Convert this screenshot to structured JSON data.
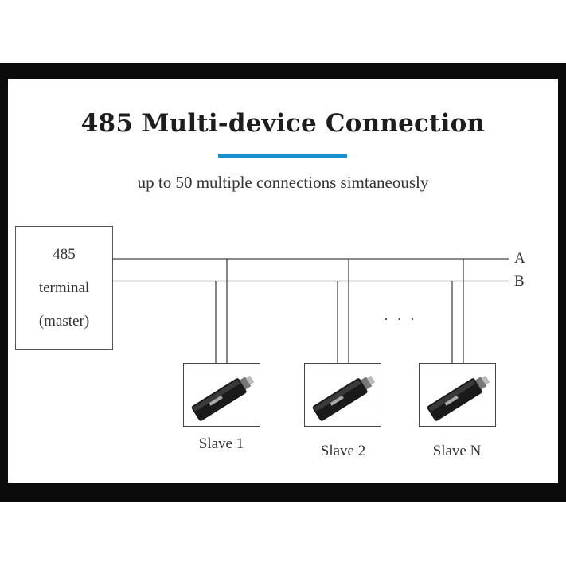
{
  "title": "485 Multi-device Connection",
  "subtitle": "up to 50 multiple connections simtaneously",
  "accent_color": "#1a8fd0",
  "master": {
    "lines": [
      "485",
      "terminal",
      "(master)"
    ]
  },
  "bus": {
    "label_a": "A",
    "label_b": "B"
  },
  "ellipsis": "…",
  "slaves": [
    {
      "label": "Slave 1",
      "icon": "rs485-converter-icon"
    },
    {
      "label": "Slave 2",
      "icon": "rs485-converter-icon"
    },
    {
      "label": "Slave N",
      "icon": "rs485-converter-icon"
    }
  ]
}
